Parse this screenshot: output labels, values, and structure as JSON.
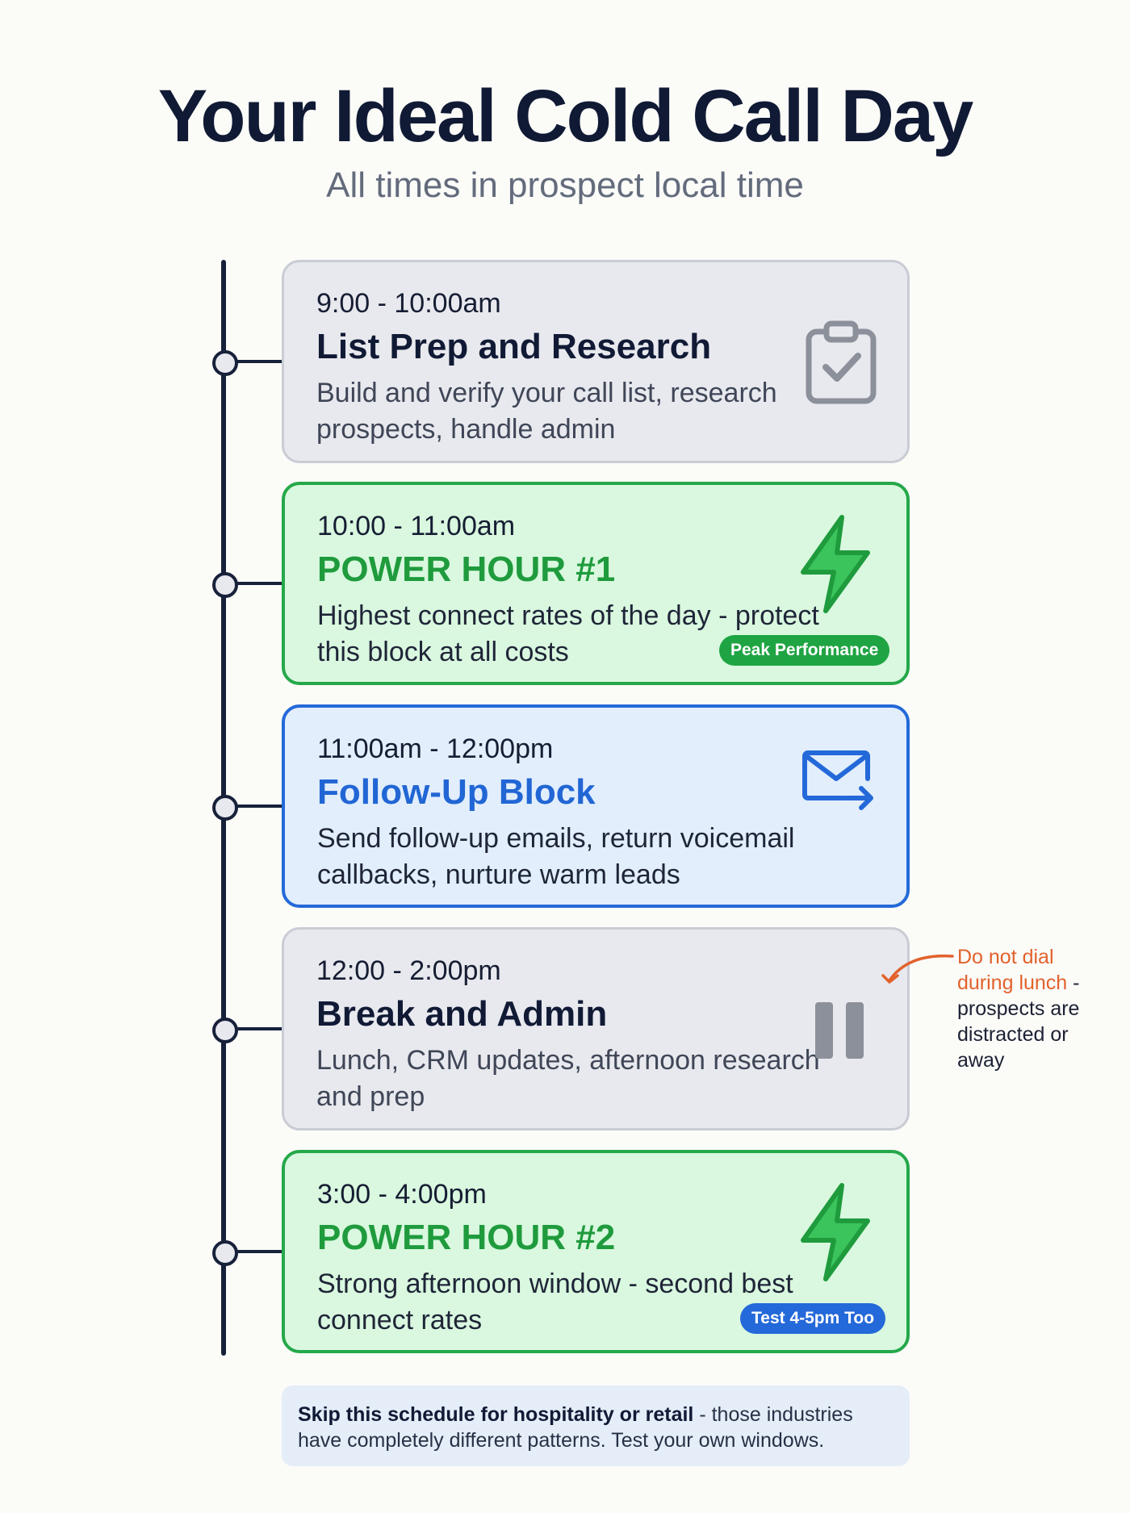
{
  "title": "Your Ideal Cold Call Day",
  "subtitle": "All times in prospect local time",
  "blocks": [
    {
      "time": "9:00 - 10:00am",
      "heading": "List Prep and Research",
      "description": "Build and verify your call list, research prospects, handle admin",
      "style": "gray",
      "icon": "clipboard-check-icon"
    },
    {
      "time": "10:00 - 11:00am",
      "heading": "POWER HOUR #1",
      "description": "Highest connect rates of the day - protect this block at all costs",
      "style": "green",
      "icon": "lightning-bolt-icon",
      "badge": "Peak Performance"
    },
    {
      "time": "11:00am - 12:00pm",
      "heading": "Follow-Up Block",
      "description": "Send follow-up emails, return voicemail callbacks, nurture warm leads",
      "style": "blue",
      "icon": "mail-forward-icon"
    },
    {
      "time": "12:00 - 2:00pm",
      "heading": "Break and Admin",
      "description": "Lunch, CRM updates, afternoon research and prep",
      "style": "gray",
      "icon": "pause-icon"
    },
    {
      "time": "3:00 - 4:00pm",
      "heading": "POWER HOUR #2",
      "description": "Strong afternoon window - second best connect rates",
      "style": "green",
      "icon": "lightning-bolt-icon",
      "badge": "Test 4-5pm Too"
    }
  ],
  "side_note": {
    "highlight": "Do not dial during lunch",
    "rest": " - prospects are distracted or away"
  },
  "footer": {
    "bold": "Skip this schedule for hospitality or retail",
    "rest": " - those industries have completely different patterns. Test your own windows."
  },
  "colors": {
    "navy": "#111a35",
    "green": "#1fa443",
    "blue": "#2469d9",
    "gray": "#8c909a",
    "orange": "#e2622c"
  }
}
